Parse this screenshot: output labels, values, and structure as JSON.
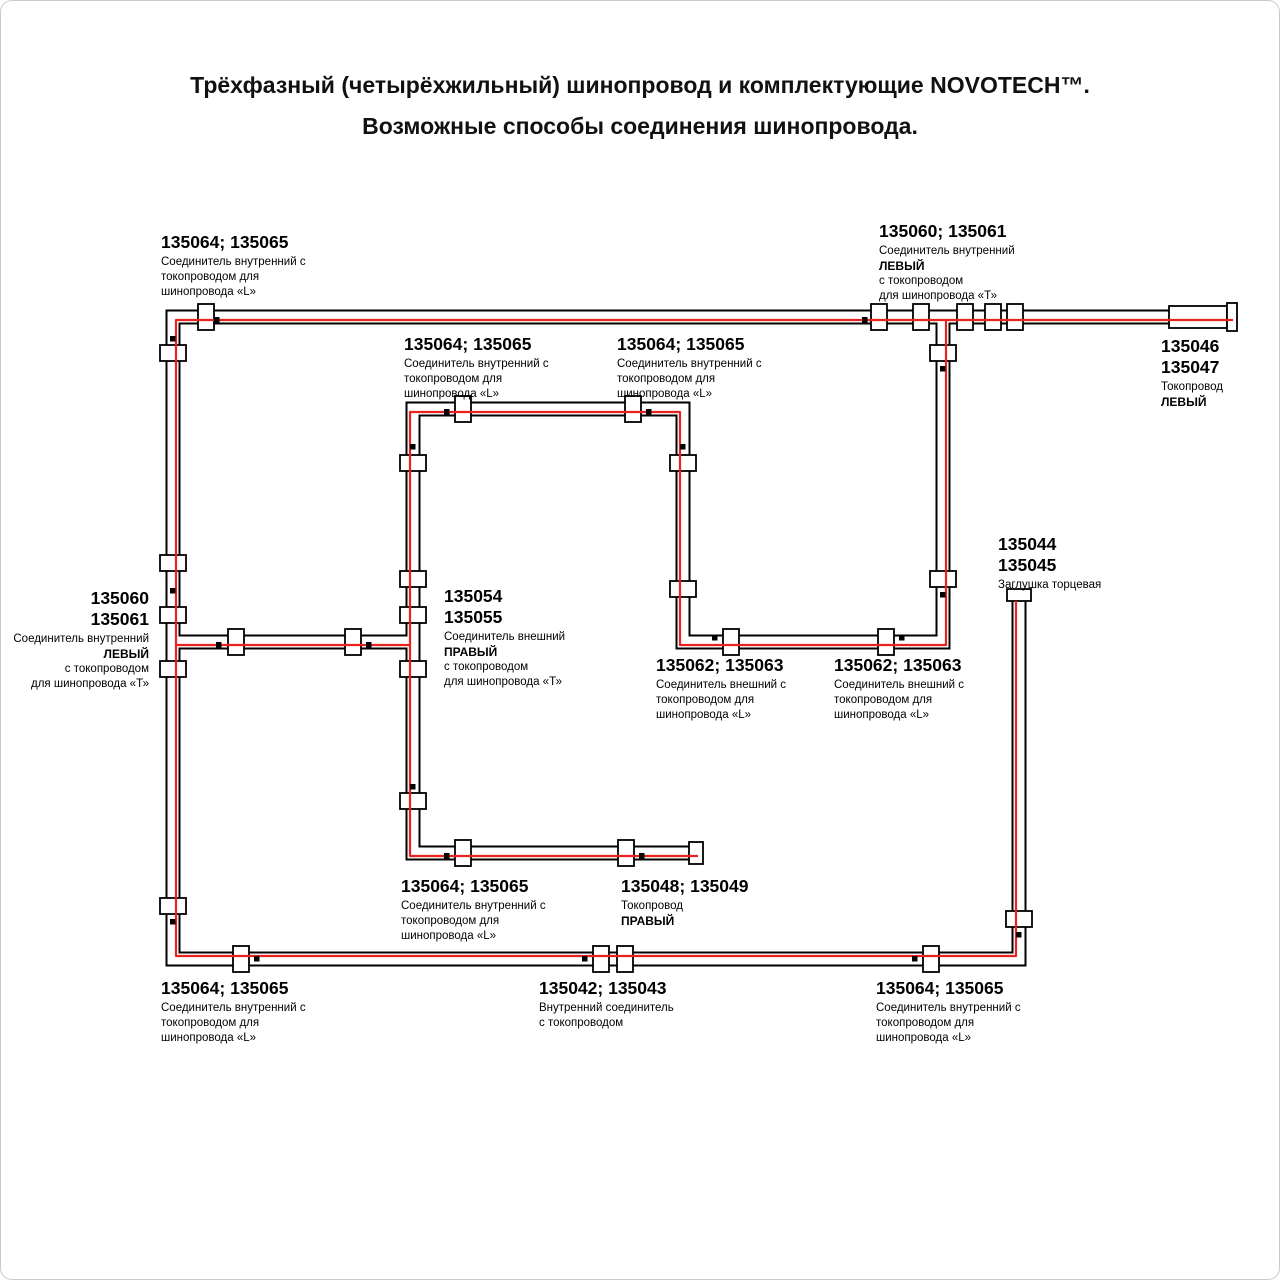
{
  "title": {
    "line1": "Трёхфазный (четырёхжильный) шинопровод и комплектующие NOVOTECH™.",
    "line2": "Возможные способы соединения шинопровода."
  },
  "colors": {
    "track": "#000000",
    "conductor": "#e8231f",
    "background": "#ffffff"
  },
  "labels": {
    "top_left_corner": {
      "code": "135064; 135065",
      "line1": "Соединитель внутренний с",
      "line2": "токопроводом для",
      "line3": "шинопровода «L»"
    },
    "top_tee": {
      "code": "135060; 135061",
      "line1": "Соединитель внутренний",
      "line2": "ЛЕВЫЙ",
      "line3": "с токопроводом",
      "line4": "для шинопровода «Т»"
    },
    "feed_left": {
      "code1": "135046",
      "code2": "135047",
      "line1": "Токопровод",
      "line2": "ЛЕВЫЙ"
    },
    "upper_mid_left_corner": {
      "code": "135064; 135065",
      "line1": "Соединитель внутренний с",
      "line2": "токопроводом для",
      "line3": "шинопровода «L»"
    },
    "upper_mid_right_corner": {
      "code": "135064; 135065",
      "line1": "Соединитель внутренний с",
      "line2": "токопроводом для",
      "line3": "шинопровода «L»"
    },
    "end_cap": {
      "code1": "135044",
      "code2": "135045",
      "line1": "Заглушка торцевая"
    },
    "left_tee": {
      "code1": "135060",
      "code2": "135061",
      "line1": "Соединитель внутренний",
      "line2": "ЛЕВЫЙ",
      "line3": "с токопроводом",
      "line4": "для шинопровода «Т»"
    },
    "center_tee": {
      "code1": "135054",
      "code2": "135055",
      "line1": "Соединитель внешний",
      "line2": "ПРАВЫЙ",
      "line3": "с токопроводом",
      "line4": "для шинопровода «Т»"
    },
    "outer_corner_a": {
      "code": "135062; 135063",
      "line1": "Соединитель внешний с",
      "line2": "токопроводом для",
      "line3": "шинопровода «L»"
    },
    "outer_corner_b": {
      "code": "135062; 135063",
      "line1": "Соединитель внешний с",
      "line2": "токопроводом для",
      "line3": "шинопровода «L»"
    },
    "bottom_mid_corner": {
      "code": "135064; 135065",
      "line1": "Соединитель внутренний с",
      "line2": "токопроводом для",
      "line3": "шинопровода «L»"
    },
    "feed_right": {
      "code": "135048; 135049",
      "line1": "Токопровод",
      "line2": "ПРАВЫЙ"
    },
    "bottom_left_corner": {
      "code": "135064; 135065",
      "line1": "Соединитель внутренний с",
      "line2": "токопроводом для",
      "line3": "шинопровода «L»"
    },
    "bottom_straight": {
      "code": "135042; 135043",
      "line1": "Внутренний соединитель",
      "line2": "с токопроводом"
    },
    "bottom_right_corner": {
      "code": "135064; 135065",
      "line1": "Соединитель внутренний с",
      "line2": "токопроводом для",
      "line3": "шинопровода «L»"
    }
  }
}
